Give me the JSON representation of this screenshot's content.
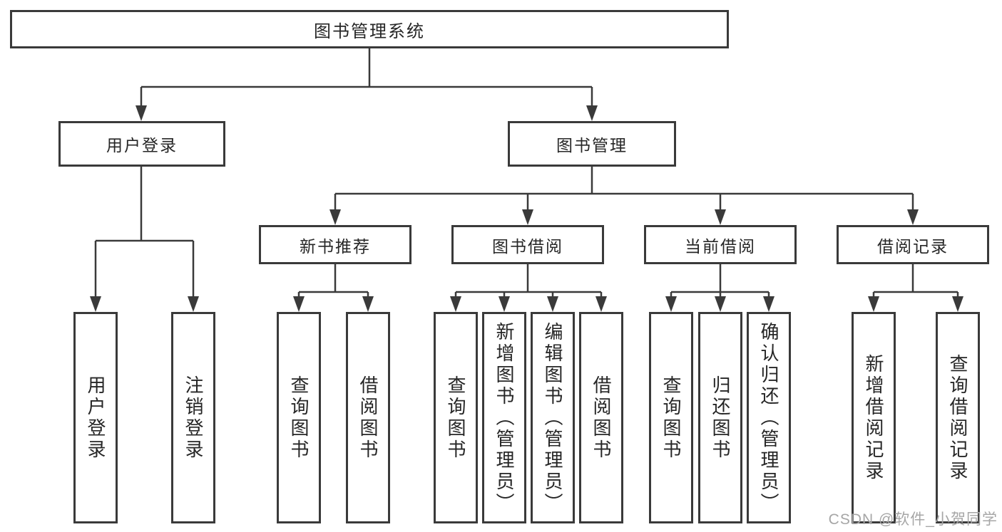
{
  "title": "图书管理系统",
  "tree": {
    "root": {
      "label": "图书管理系统"
    },
    "branches": [
      {
        "label": "用户登录",
        "children": [
          {
            "label": "用户登录"
          },
          {
            "label": "注销登录"
          }
        ]
      },
      {
        "label": "图书管理",
        "groups": [
          {
            "label": "新书推荐",
            "children": [
              {
                "label": "查询图书"
              },
              {
                "label": "借阅图书"
              }
            ]
          },
          {
            "label": "图书借阅",
            "children": [
              {
                "label": "查询图书"
              },
              {
                "label": "新增图书（管理员）"
              },
              {
                "label": "编辑图书（管理员）"
              },
              {
                "label": "借阅图书"
              }
            ]
          },
          {
            "label": "当前借阅",
            "children": [
              {
                "label": "查询图书"
              },
              {
                "label": "归还图书"
              },
              {
                "label": "确认归还（管理员）"
              }
            ]
          },
          {
            "label": "借阅记录",
            "children": [
              {
                "label": "新增借阅记录"
              },
              {
                "label": "查询借阅记录"
              }
            ]
          }
        ]
      }
    ]
  },
  "watermark": "CSDN @软件_小贺同学",
  "colors": {
    "line": "#3a3a3a",
    "text": "#262626",
    "background": "#ffffff",
    "watermark": "#a6a6a6"
  }
}
